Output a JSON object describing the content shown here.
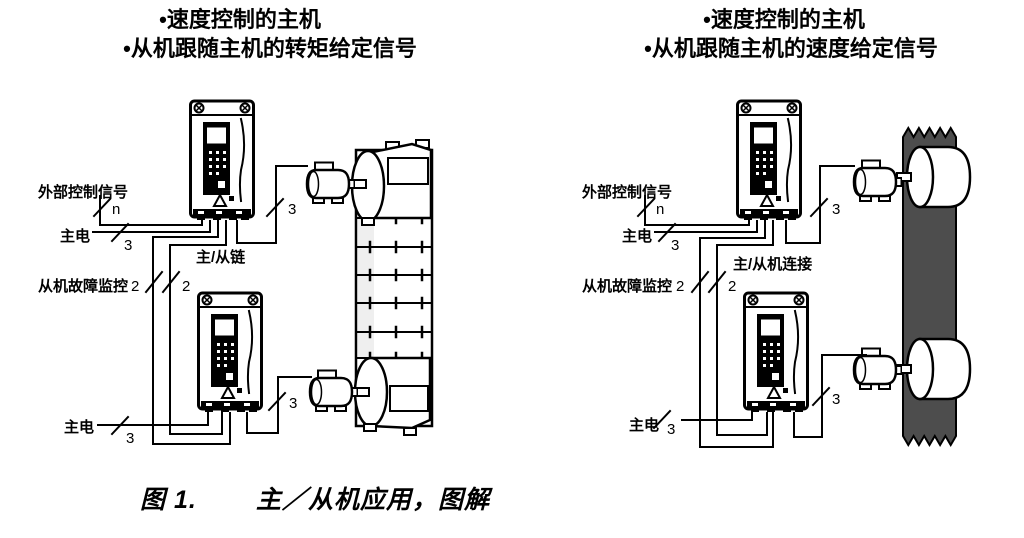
{
  "colors": {
    "ink": "#000000",
    "belt": "#4d4d4d",
    "paper": "#ffffff"
  },
  "left": {
    "header_line1": "•速度控制的主机",
    "header_line2": "•从机跟随主机的转矩给定信号",
    "external_control_label": "外部控制信号",
    "external_wire_count": "n",
    "mains_top_label": "主电",
    "mains_top_wire_count": "3",
    "link_label": "主/从链",
    "fault_monitor_label": "从机故障监控",
    "fault_wire_count_left": "2",
    "fault_wire_count_right": "2",
    "motor_top_wire_count": "3",
    "mains_bottom_label": "主电",
    "mains_bottom_wire_count": "3",
    "motor_bottom_wire_count": "3"
  },
  "right": {
    "header_line1": "•速度控制的主机",
    "header_line2": "•从机跟随主机的速度给定信号",
    "external_control_label": "外部控制信号",
    "external_wire_count": "n",
    "mains_top_label": "主电",
    "mains_top_wire_count": "3",
    "link_label": "主/从机连接",
    "fault_monitor_label": "从机故障监控",
    "fault_wire_count_left": "2",
    "fault_wire_count_right": "2",
    "motor_top_wire_count": "3",
    "mains_bottom_label": "主电",
    "mains_bottom_wire_count": "3",
    "motor_bottom_wire_count": "3"
  },
  "caption": {
    "figure_label": "图 1.",
    "figure_title": "主／从机应用，图解"
  }
}
